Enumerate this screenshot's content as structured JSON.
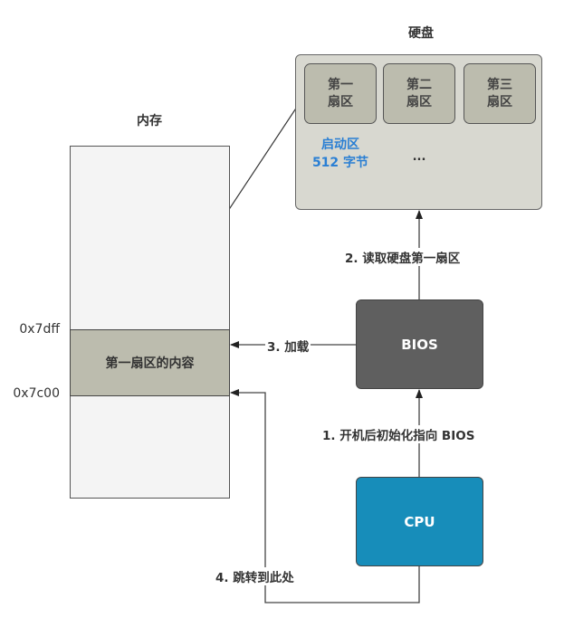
{
  "disk": {
    "title": "硬盘",
    "sectors": [
      {
        "line1": "第一",
        "line2": "扇区"
      },
      {
        "line1": "第二",
        "line2": "扇区"
      },
      {
        "line1": "第三",
        "line2": "扇区"
      }
    ],
    "boot_label_line1": "启动区",
    "boot_label_line2": "512 字节",
    "ellipsis": "...",
    "boot_label_color": "#2a7fd4"
  },
  "memory": {
    "title": "内存",
    "region_label": "第一扇区的内容",
    "addr_high": "0x7dff",
    "addr_low": "0x7c00"
  },
  "bios": {
    "label": "BIOS",
    "color": "#5f5f5f"
  },
  "cpu": {
    "label": "CPU",
    "color": "#178dba"
  },
  "steps": {
    "step1": "1. 开机后初始化指向 BIOS",
    "step2": "2. 读取硬盘第一扇区",
    "step3": "3. 加载",
    "step4": "4. 跳转到此处"
  }
}
